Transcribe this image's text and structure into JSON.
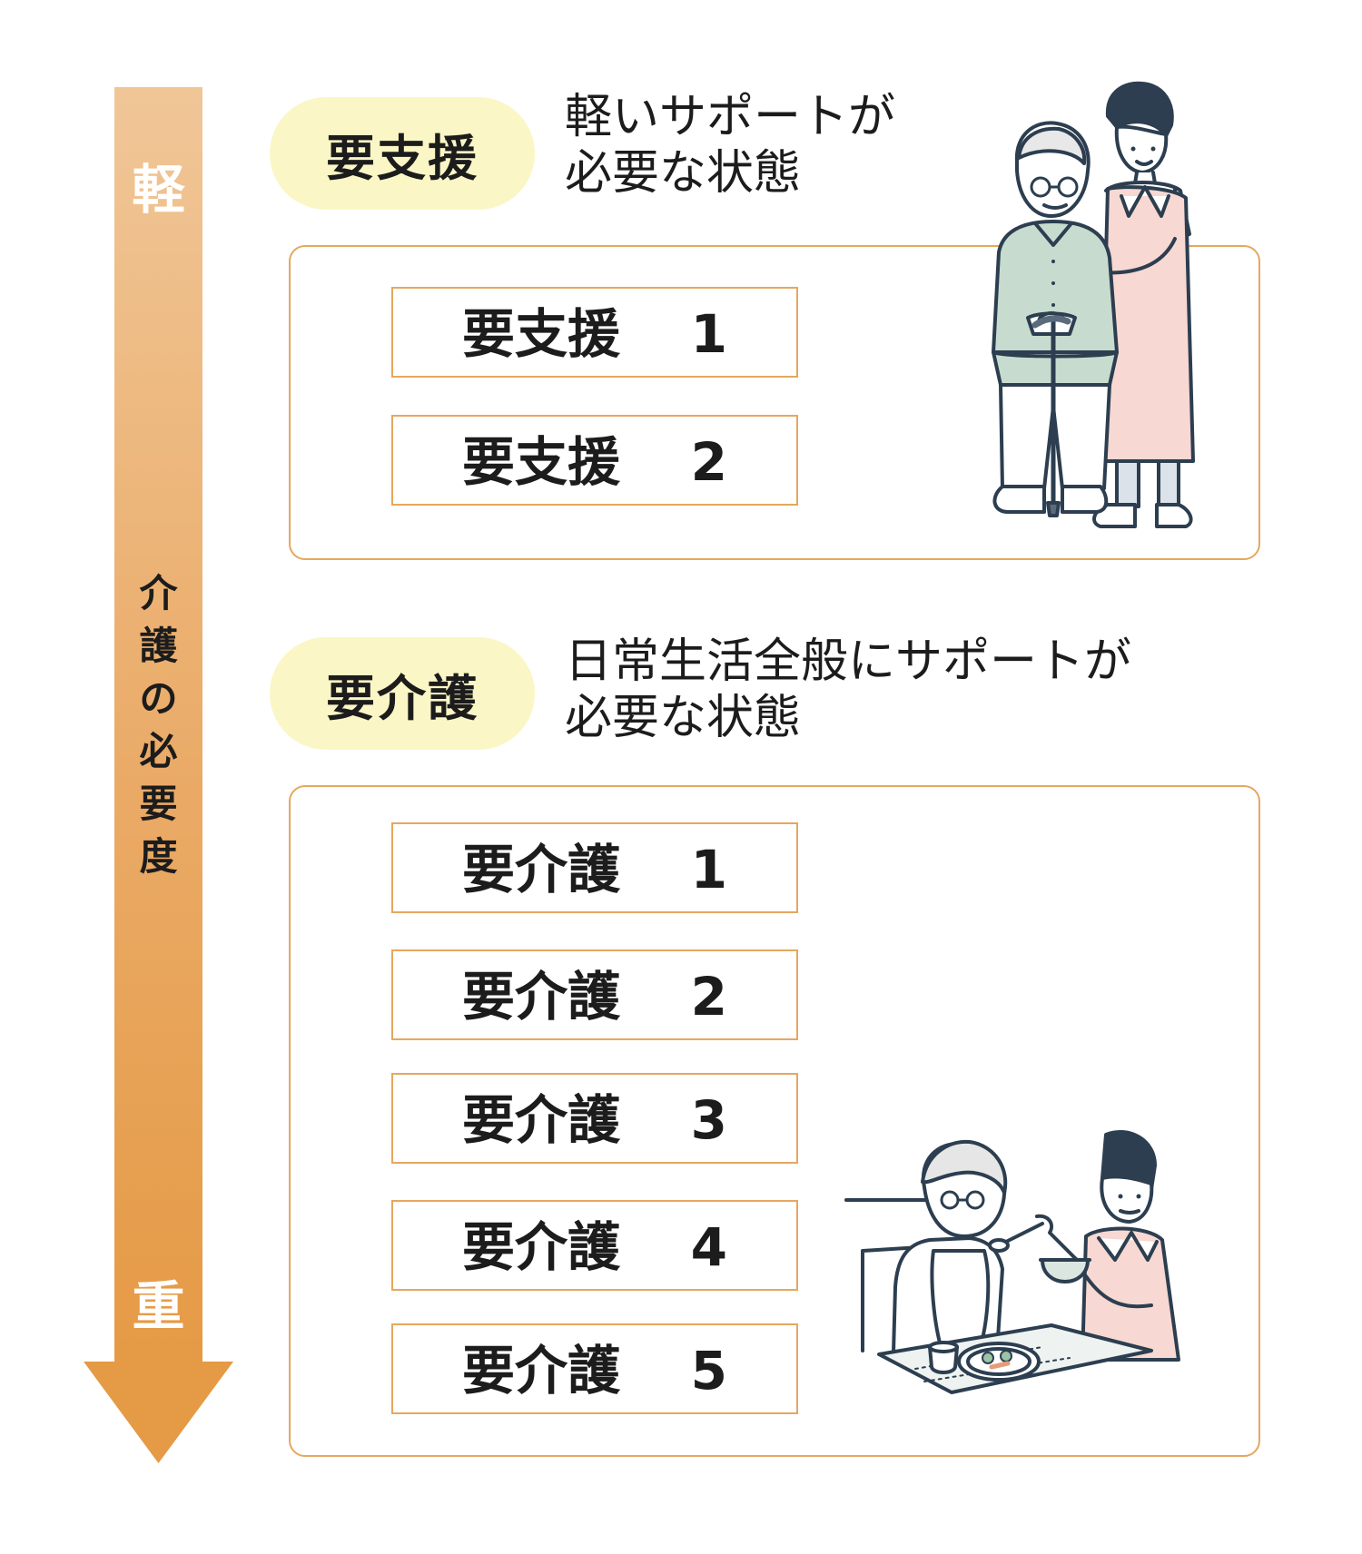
{
  "scale": {
    "top_label": "軽",
    "bottom_label": "重",
    "caption_chars": [
      "介",
      "護",
      "の",
      "必",
      "要",
      "度"
    ]
  },
  "groups": [
    {
      "label": "要支援",
      "description_lines": [
        "軽いサポートが",
        "必要な状態"
      ],
      "levels": [
        {
          "name": "要支援",
          "number": "1"
        },
        {
          "name": "要支援",
          "number": "2"
        }
      ]
    },
    {
      "label": "要介護",
      "description_lines": [
        "日常生活全般にサポートが",
        "必要な状態"
      ],
      "levels": [
        {
          "name": "要介護",
          "number": "1"
        },
        {
          "name": "要介護",
          "number": "2"
        },
        {
          "name": "要介護",
          "number": "3"
        },
        {
          "name": "要介護",
          "number": "4"
        },
        {
          "name": "要介護",
          "number": "5"
        }
      ]
    }
  ],
  "colors": {
    "frame_border": "#e6a75f",
    "pill_fill": "#fbf6c5",
    "arrow_top": "#f0c697",
    "arrow_bottom": "#e59a45",
    "line_art": "#2c3e50"
  },
  "illustrations": [
    "caregiver-supporting-elderly-man-with-cane",
    "caregiver-feeding-elderly-woman"
  ]
}
